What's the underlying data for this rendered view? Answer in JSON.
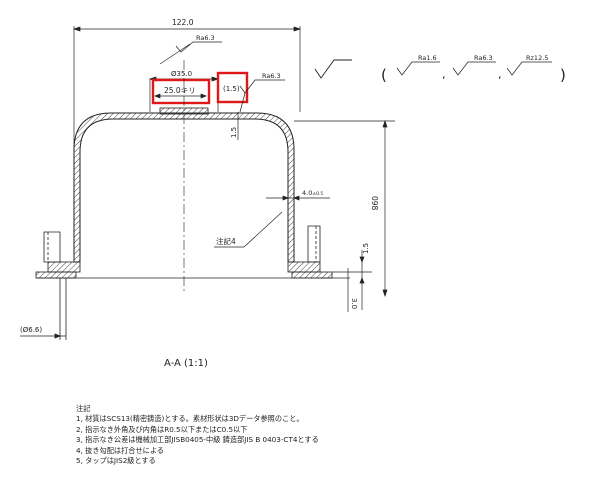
{
  "drawing": {
    "dims": {
      "overall_width": "122.0",
      "boss_diameter": "Ø35.0",
      "tap": "25.0キリ",
      "boss_height": "(1.5)",
      "wall_thickness": "1.5",
      "rim_thickness": "4.0",
      "rim_tolerance": "±0.5",
      "height": "098",
      "flange": "1.5",
      "base": "3.0",
      "pin": "(Ø6.6)"
    },
    "roughness": {
      "top": "Ra6.3",
      "boss": "Ra6.3"
    },
    "note_ref": "注記4",
    "section_title": "A-A (1:1)",
    "legend": {
      "open_paren": "(",
      "close_paren": ")",
      "comma": ",",
      "items": [
        "Ra1.6",
        "Ra6.3",
        "Rz12.5"
      ]
    }
  },
  "notes": {
    "heading": "注記",
    "items": [
      "1, 材質はSCS13(精密鋳造)とする。素材形状は3Dデータ参照のこと。",
      "2, 指示なき外角及び内角はR0.5以下またはC0.5以下",
      "3, 指示なき公差は機械加工部JISB0405-中級  鋳造部JIS B 0403-CT4とする",
      "4, 抜き勾配は打合せによる",
      "5, タップはJIS2級とする"
    ]
  },
  "colors": {
    "line": "#222222",
    "highlight": "#e01818",
    "hatch": "#444444"
  }
}
